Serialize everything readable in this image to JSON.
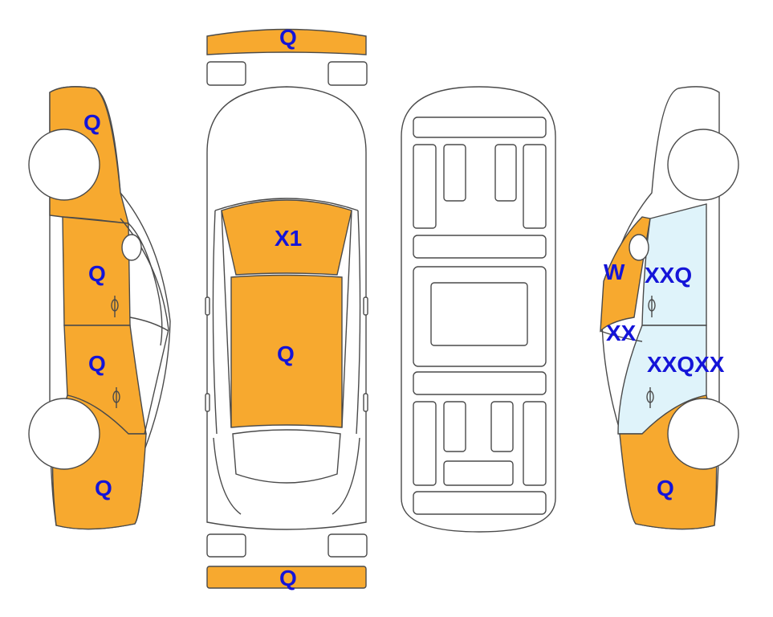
{
  "colors": {
    "marked": "#f7a92f",
    "glass": "#dff3fa",
    "outline": "#4a4a4a",
    "label": "#1414d8",
    "background": "#ffffff"
  },
  "labels": {
    "front_bumper": "Q",
    "rear_bumper": "Q",
    "roof_front": "X1",
    "roof_main": "Q",
    "left_fender_front": "Q",
    "left_front_door": "Q",
    "left_rear_door": "Q",
    "left_rear_quarter": "Q",
    "right_front_pillar": "W",
    "right_front_door": "XXQ",
    "right_mirror": "XX",
    "right_rear_door": "XXQXX",
    "right_rear_quarter": "Q"
  }
}
